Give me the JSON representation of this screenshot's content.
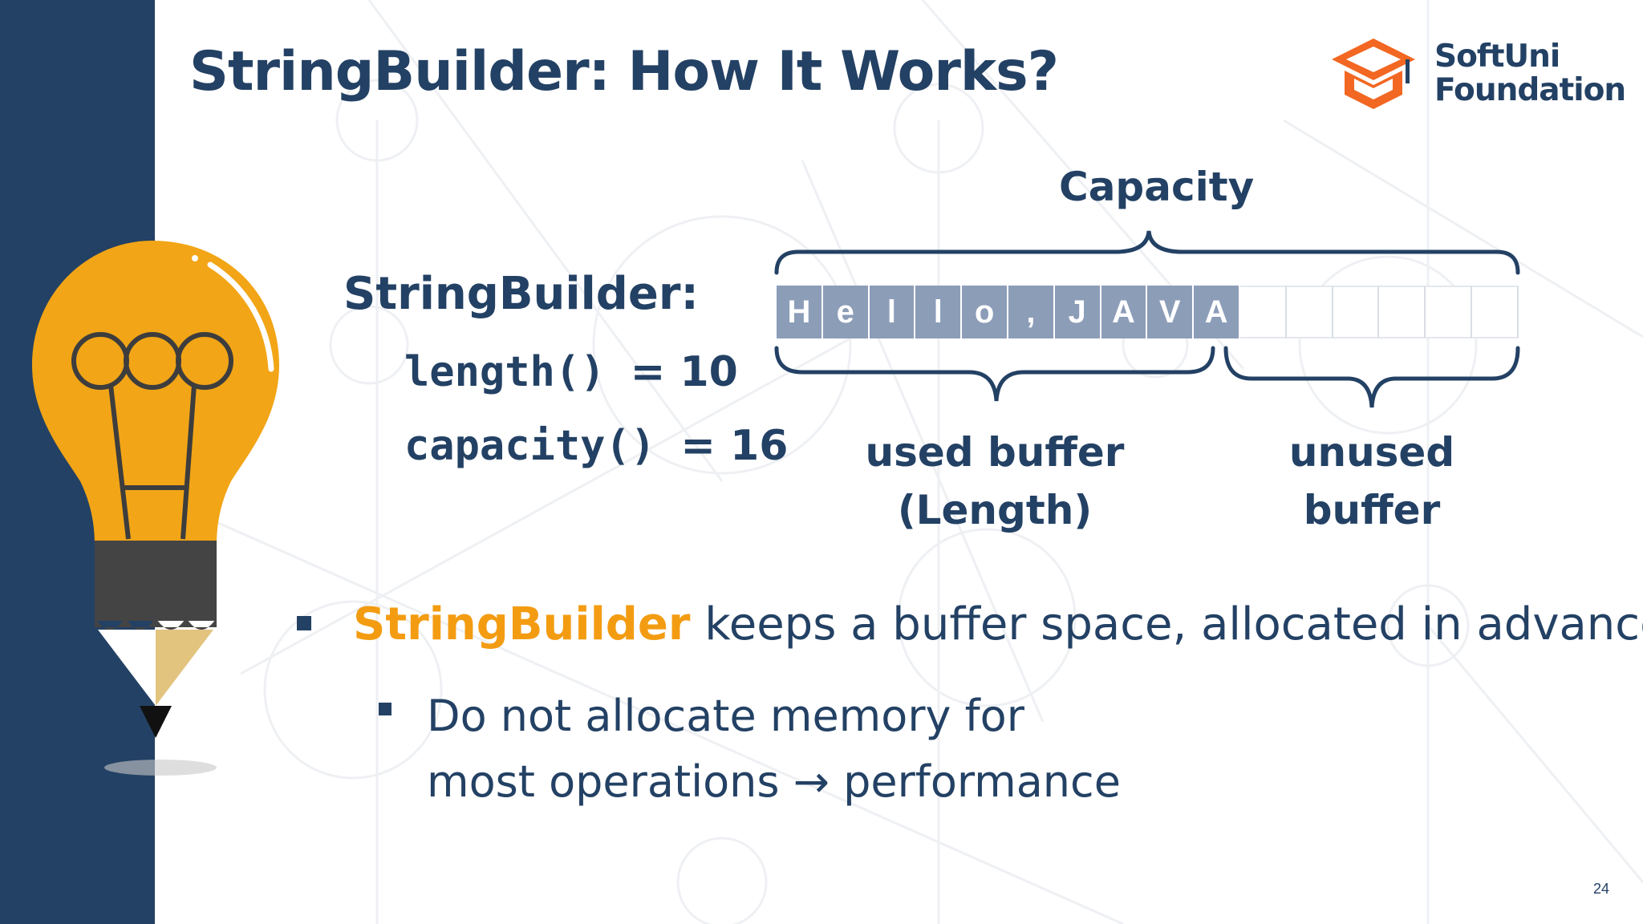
{
  "slide": {
    "title": "StringBuilder: How It Works?",
    "page_number": "24"
  },
  "logo": {
    "line1": "SoftUni",
    "line2": "Foundation",
    "brand_color": "#f26722"
  },
  "diagram": {
    "heading": "StringBuilder:",
    "length_call": "length()",
    "length_value": "= 10",
    "capacity_call": "capacity()",
    "capacity_value": "= 16",
    "capacity_label": "Capacity",
    "used_label_line1": "used buffer",
    "used_label_line2": "(Length)",
    "unused_label_line1": "unused",
    "unused_label_line2": "buffer",
    "cells": [
      "H",
      "e",
      "l",
      "l",
      "o",
      ",",
      "J",
      "A",
      "V",
      "A",
      "",
      "",
      "",
      "",
      "",
      ""
    ],
    "used_count": 10,
    "capacity_count": 16
  },
  "bullets": {
    "main_highlight": "StringBuilder",
    "main_rest": " keeps a buffer space, allocated in advance",
    "sub_line1": "Do not allocate memory for",
    "sub_line2_a": "most operations ",
    "sub_arrow": "→",
    "sub_line2_b": " performance"
  },
  "colors": {
    "navy": "#234164",
    "accent": "#f39c12",
    "cell_fill": "#8c9db8"
  },
  "icons": {
    "lightbulb": "lightbulb-pencil-icon",
    "logo_mark": "graduation-cap-icon",
    "arrow": "right-arrow-icon"
  }
}
